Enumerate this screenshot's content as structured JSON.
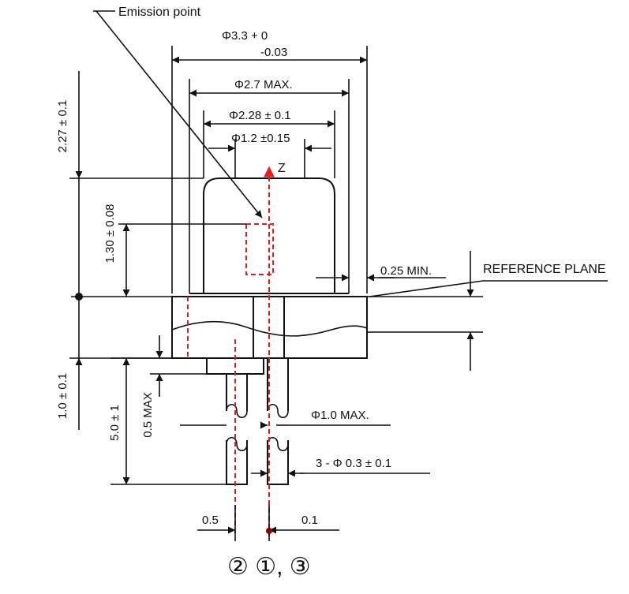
{
  "labels": {
    "emission_point": "Emission point",
    "z_axis": "Z",
    "reference_plane": "REFERENCE PLANE",
    "pin_numbers": "② ①, ③"
  },
  "dimensions": {
    "outer_diameter_line1": "Φ3.3 + 0",
    "outer_diameter_line2": "-0.03",
    "cap_max_diameter": "Φ2.7 MAX.",
    "cap_diameter": "Φ2.28 ± 0.1",
    "window_diameter": "Φ1.2 ±0.15",
    "cap_height": "2.27 ± 0.1",
    "emission_height": "1.30 ± 0.08",
    "flange_min": "0.25 MIN.",
    "base_height": "1.0 ± 0.1",
    "lead_length": "5.0 ± 1",
    "stub_max": "0.5 MAX",
    "lead_bundle_max": "Φ1.0 MAX.",
    "lead_diameter": "3 - Φ 0.3 ± 0.1",
    "offset_left": "0.5",
    "offset_right": "0.1"
  },
  "colors": {
    "line": "#111111",
    "centerline": "#e02020"
  }
}
